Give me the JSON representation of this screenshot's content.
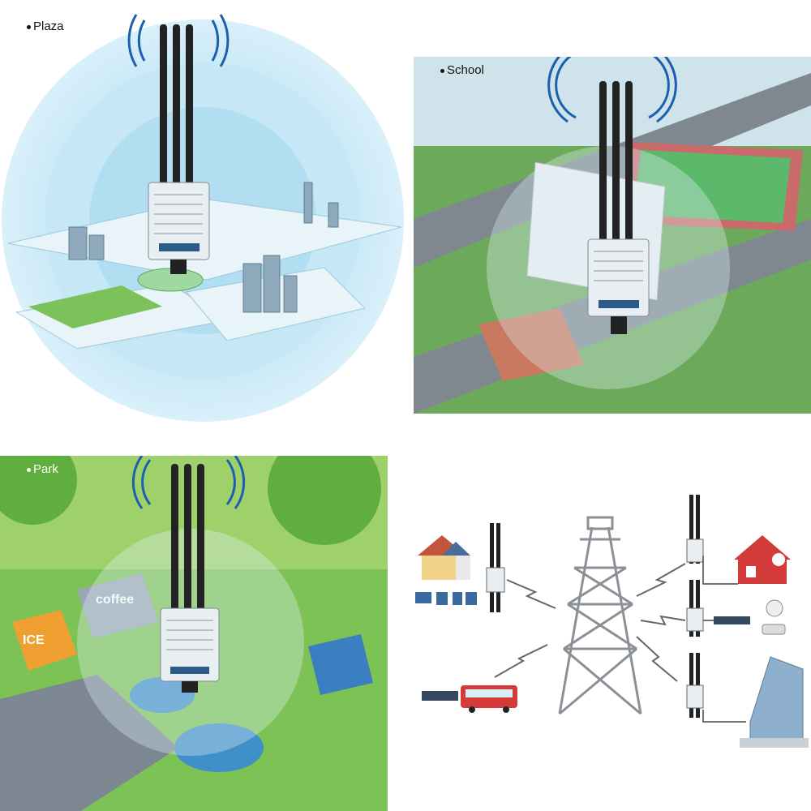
{
  "panels": {
    "plaza": {
      "label": "Plaza"
    },
    "school": {
      "label": "School"
    },
    "park": {
      "label": "Park"
    },
    "network": {
      "sign_text": "coffee",
      "ice_text": "ICE"
    }
  },
  "icons": {
    "device": "outdoor-access-point-icon",
    "wifi": "wifi-icon",
    "tower": "transmission-tower-icon",
    "house": "house-icon",
    "bus": "bus-icon",
    "camera": "security-camera-icon",
    "building": "office-building-icon",
    "switch": "network-switch-icon"
  },
  "colors": {
    "plaza_ring": "#7fc6e6",
    "device_body": "#e9eef2",
    "antenna": "#222222",
    "grass": "#5db84a",
    "road": "#8a8f96"
  }
}
